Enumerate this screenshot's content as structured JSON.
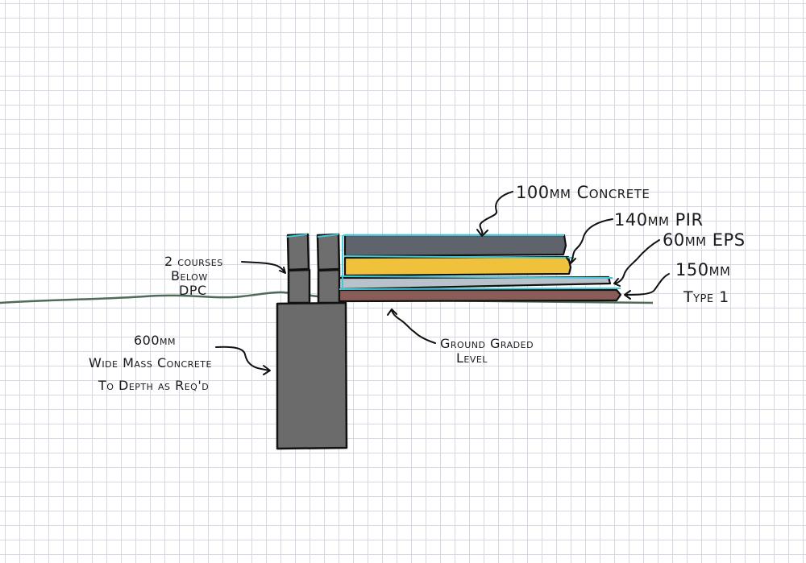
{
  "labels": {
    "concrete": "100mm Concrete",
    "pir": "140mm PIR",
    "eps": "60mm EPS",
    "type1_line1": "150mm",
    "type1_line2": "Type 1",
    "courses_line1": "2 courses",
    "courses_line2": "Below",
    "courses_line3": "DPC",
    "footing_line1": "600mm",
    "footing_line2": "Wide Mass Concrete",
    "footing_line3": "To Depth as Req'd",
    "ground_line1": "Ground Graded",
    "ground_line2": "Level"
  },
  "colors": {
    "concrete_slab": "#5f646c",
    "pir": "#f0c23c",
    "eps": "#b9c2ca",
    "type1": "#8a5c58",
    "footing": "#6b6b6b",
    "bricks": "#6e6e6e",
    "dpm": "#3cc8d8",
    "ground_line": "#4f6b57"
  }
}
